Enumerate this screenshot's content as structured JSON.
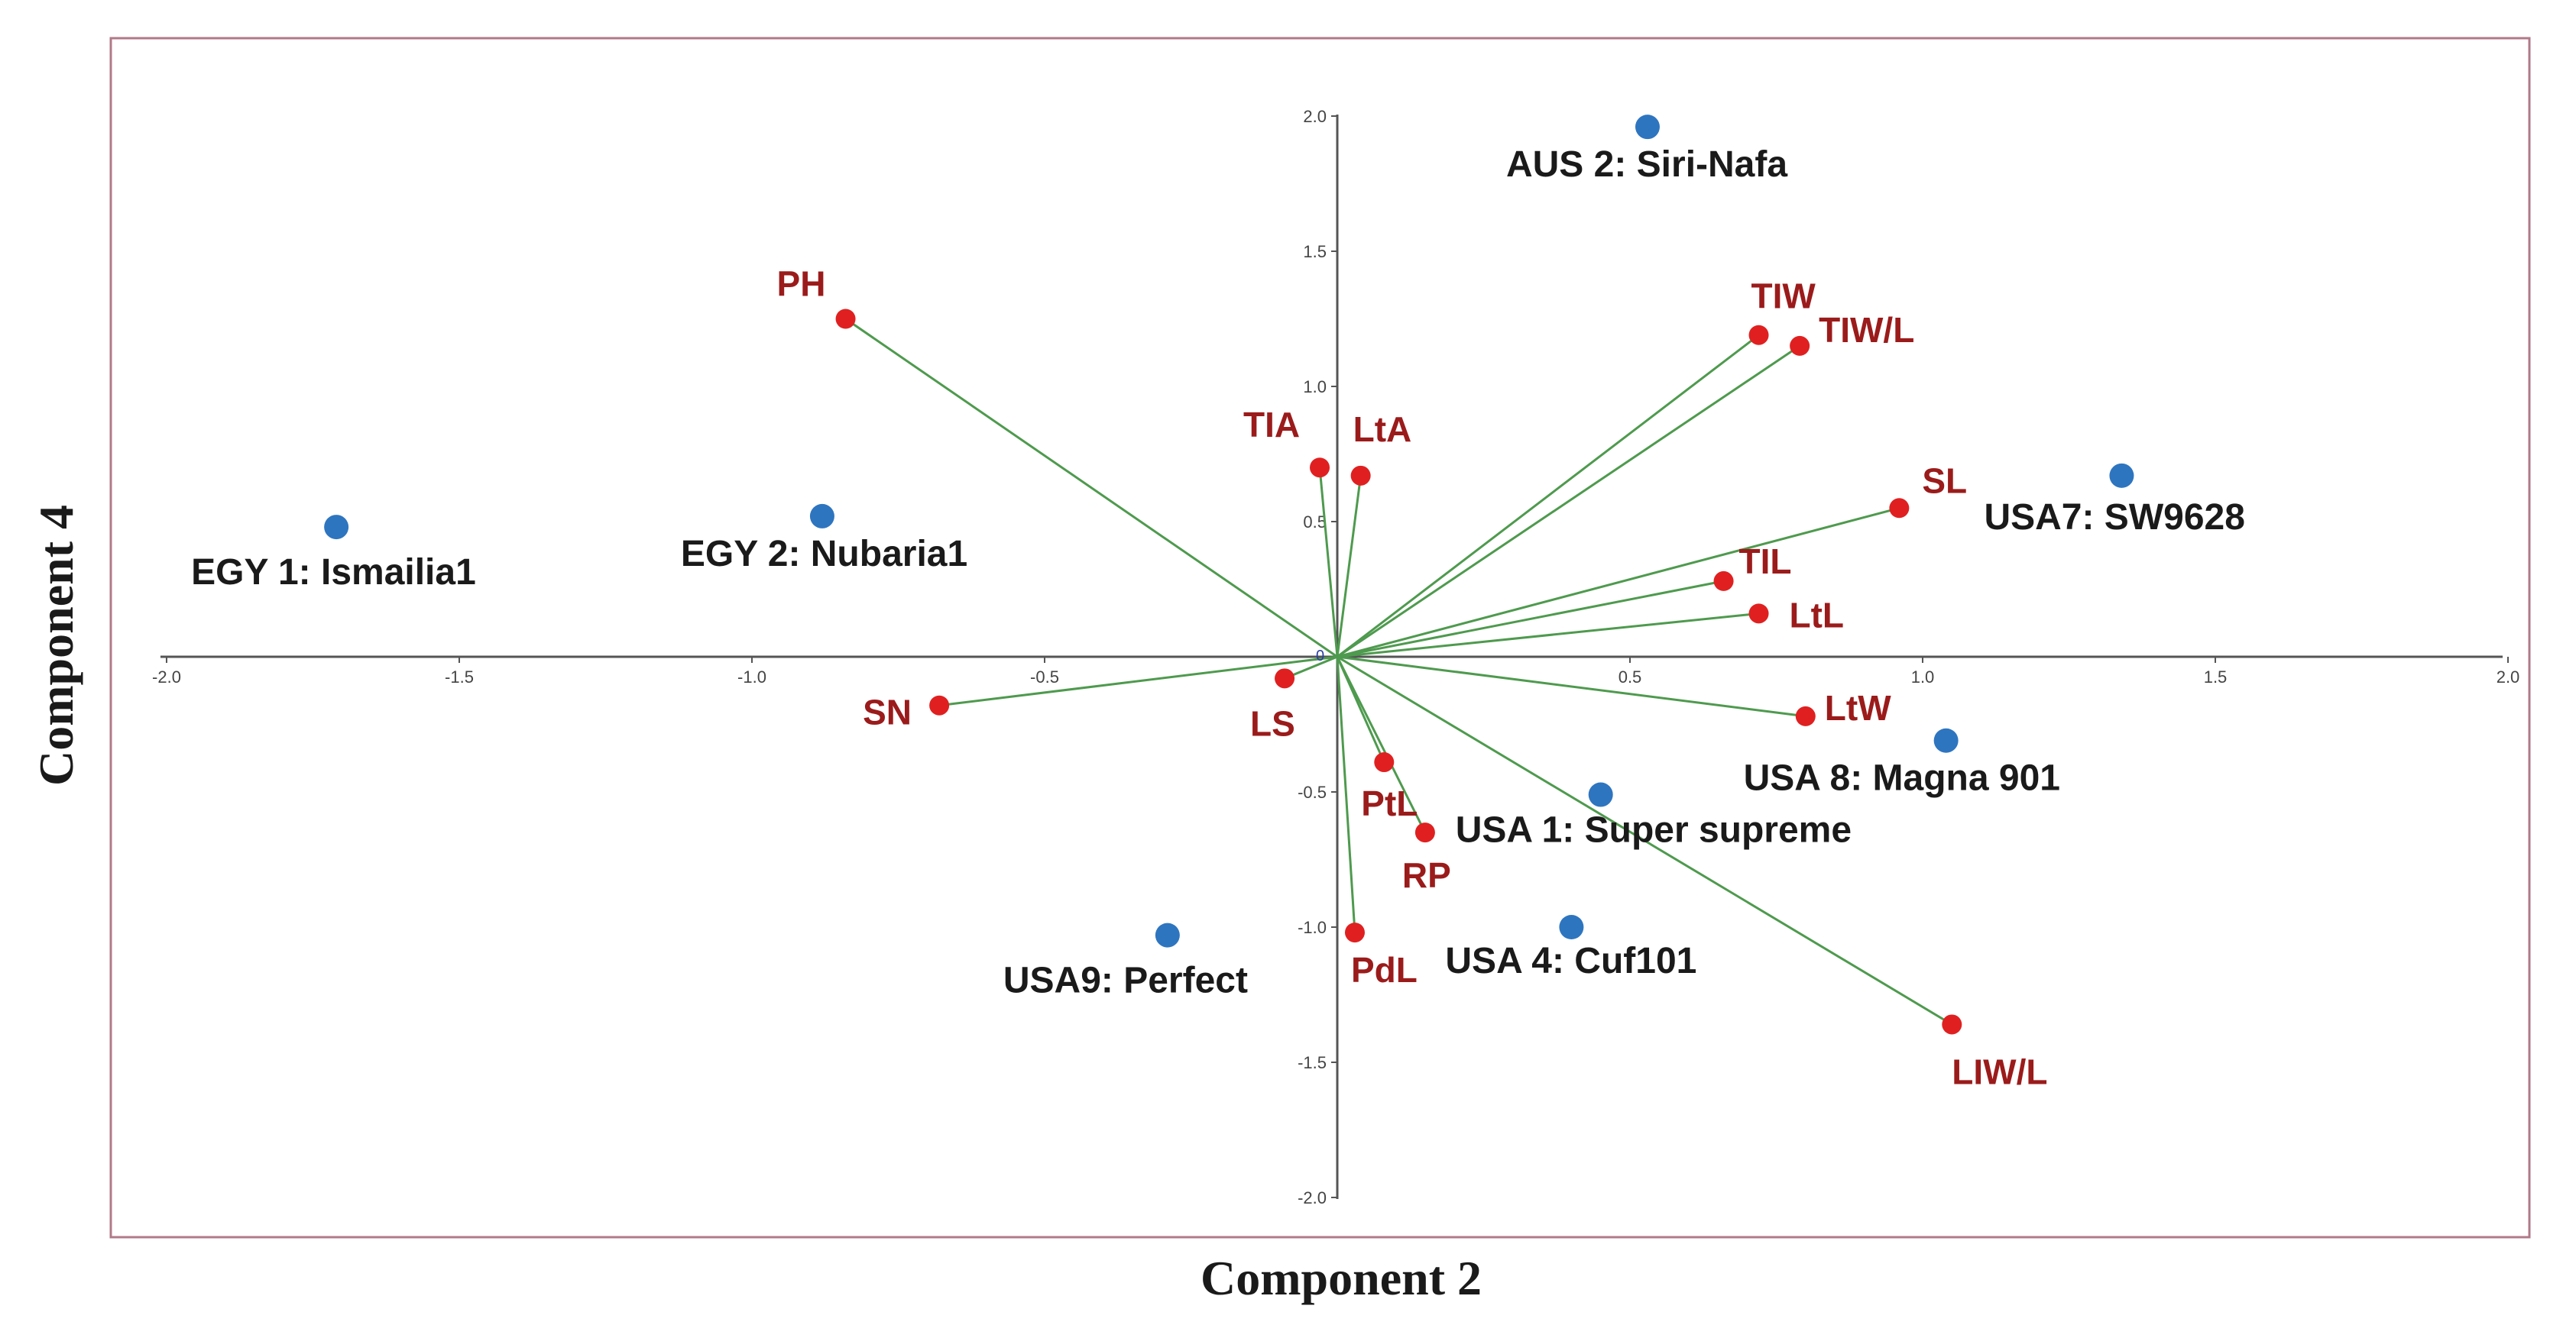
{
  "chart_data": {
    "type": "scatter",
    "subtype": "biplot",
    "xlabel": "Component 2",
    "ylabel": "Component 4",
    "xlim": [
      -2.0,
      2.0
    ],
    "ylim": [
      -2.0,
      2.0
    ],
    "x_ticks": [
      "-2.0",
      "-1.5",
      "-1.0",
      "-0.5",
      "0.5",
      "1.0",
      "1.5",
      "2.0"
    ],
    "y_ticks": [
      "2.0",
      "1.5",
      "1.0",
      "0.5",
      "-0.5",
      "-1.0",
      "-1.5",
      "-2.0"
    ],
    "origin_label": "0",
    "grid": false,
    "colors": {
      "observation_point": "#2e75c0",
      "variable_point": "#e02020",
      "loading_line": "#4e9a4e",
      "variable_label": "#9b1b1b",
      "observation_label": "#1a1a1a",
      "frame": "#b07a88",
      "axis": "#555555"
    },
    "observations": [
      {
        "name": "EGY 1: Ismailia1",
        "x": -1.71,
        "y": 0.48
      },
      {
        "name": "EGY 2: Nubaria1",
        "x": -0.88,
        "y": 0.52
      },
      {
        "name": "AUS 2: Siri-Nafa",
        "x": 0.53,
        "y": 1.96
      },
      {
        "name": "USA7: SW9628",
        "x": 1.34,
        "y": 0.67
      },
      {
        "name": "USA 8: Magna 901",
        "x": 1.04,
        "y": -0.31
      },
      {
        "name": "USA 1: Super supreme",
        "x": 0.45,
        "y": -0.51
      },
      {
        "name": "USA 4: Cuf101",
        "x": 0.4,
        "y": -1.0
      },
      {
        "name": "USA9: Perfect",
        "x": -0.29,
        "y": -1.03
      }
    ],
    "variables": [
      {
        "name": "PH",
        "x": -0.84,
        "y": 1.25
      },
      {
        "name": "TIW",
        "x": 0.72,
        "y": 1.19
      },
      {
        "name": "TIW/L",
        "x": 0.79,
        "y": 1.15
      },
      {
        "name": "TIA",
        "x": -0.03,
        "y": 0.7
      },
      {
        "name": "LtA",
        "x": 0.04,
        "y": 0.67
      },
      {
        "name": "SL",
        "x": 0.96,
        "y": 0.55
      },
      {
        "name": "TIL",
        "x": 0.66,
        "y": 0.28
      },
      {
        "name": "LtL",
        "x": 0.72,
        "y": 0.16
      },
      {
        "name": "SN",
        "x": -0.68,
        "y": -0.18
      },
      {
        "name": "LS",
        "x": -0.09,
        "y": -0.08
      },
      {
        "name": "LtW",
        "x": 0.8,
        "y": -0.22
      },
      {
        "name": "PtL",
        "x": 0.08,
        "y": -0.39
      },
      {
        "name": "RP",
        "x": 0.15,
        "y": -0.65
      },
      {
        "name": "PdL",
        "x": 0.03,
        "y": -1.02
      },
      {
        "name": "LIW/L",
        "x": 1.05,
        "y": -1.36
      }
    ]
  }
}
